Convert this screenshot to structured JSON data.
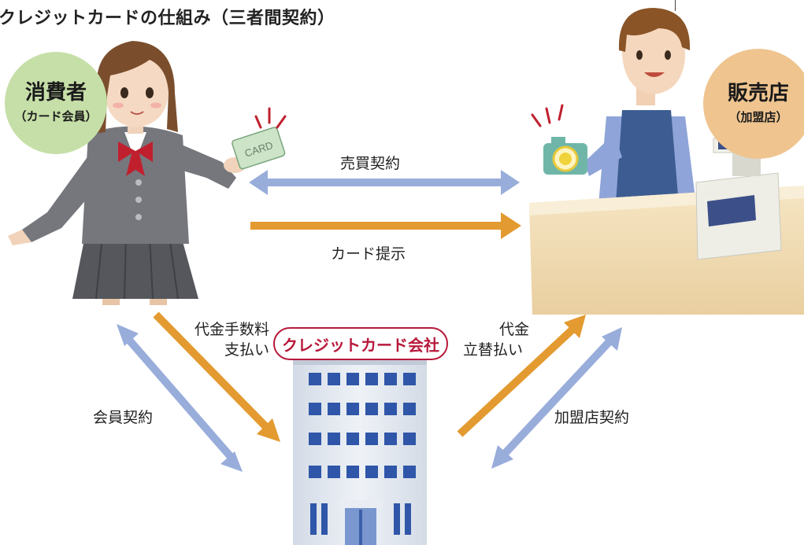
{
  "title": "クレジットカードの仕組み（三者間契約）",
  "consumer": {
    "name": "消費者",
    "sub": "（カード会員）"
  },
  "shop": {
    "name": "販売店",
    "sub": "（加盟店）"
  },
  "company": {
    "name": "クレジットカード会社"
  },
  "card_text": "CARD",
  "arrows": {
    "sales_contract": "売買契約",
    "card_present": "カード提示",
    "fee_payment_line1": "代金手数料",
    "fee_payment_line2": "支払い",
    "advance_line1": "代金",
    "advance_line2": "立替払い",
    "member_contract": "会員契約",
    "merchant_contract": "加盟店契約"
  },
  "colors": {
    "blue_arrow": "#99addb",
    "orange_arrow": "#e39a30",
    "company_red": "#b8193b",
    "consumer_circle": "#c6dfa8",
    "shop_circle": "#efc48f"
  }
}
